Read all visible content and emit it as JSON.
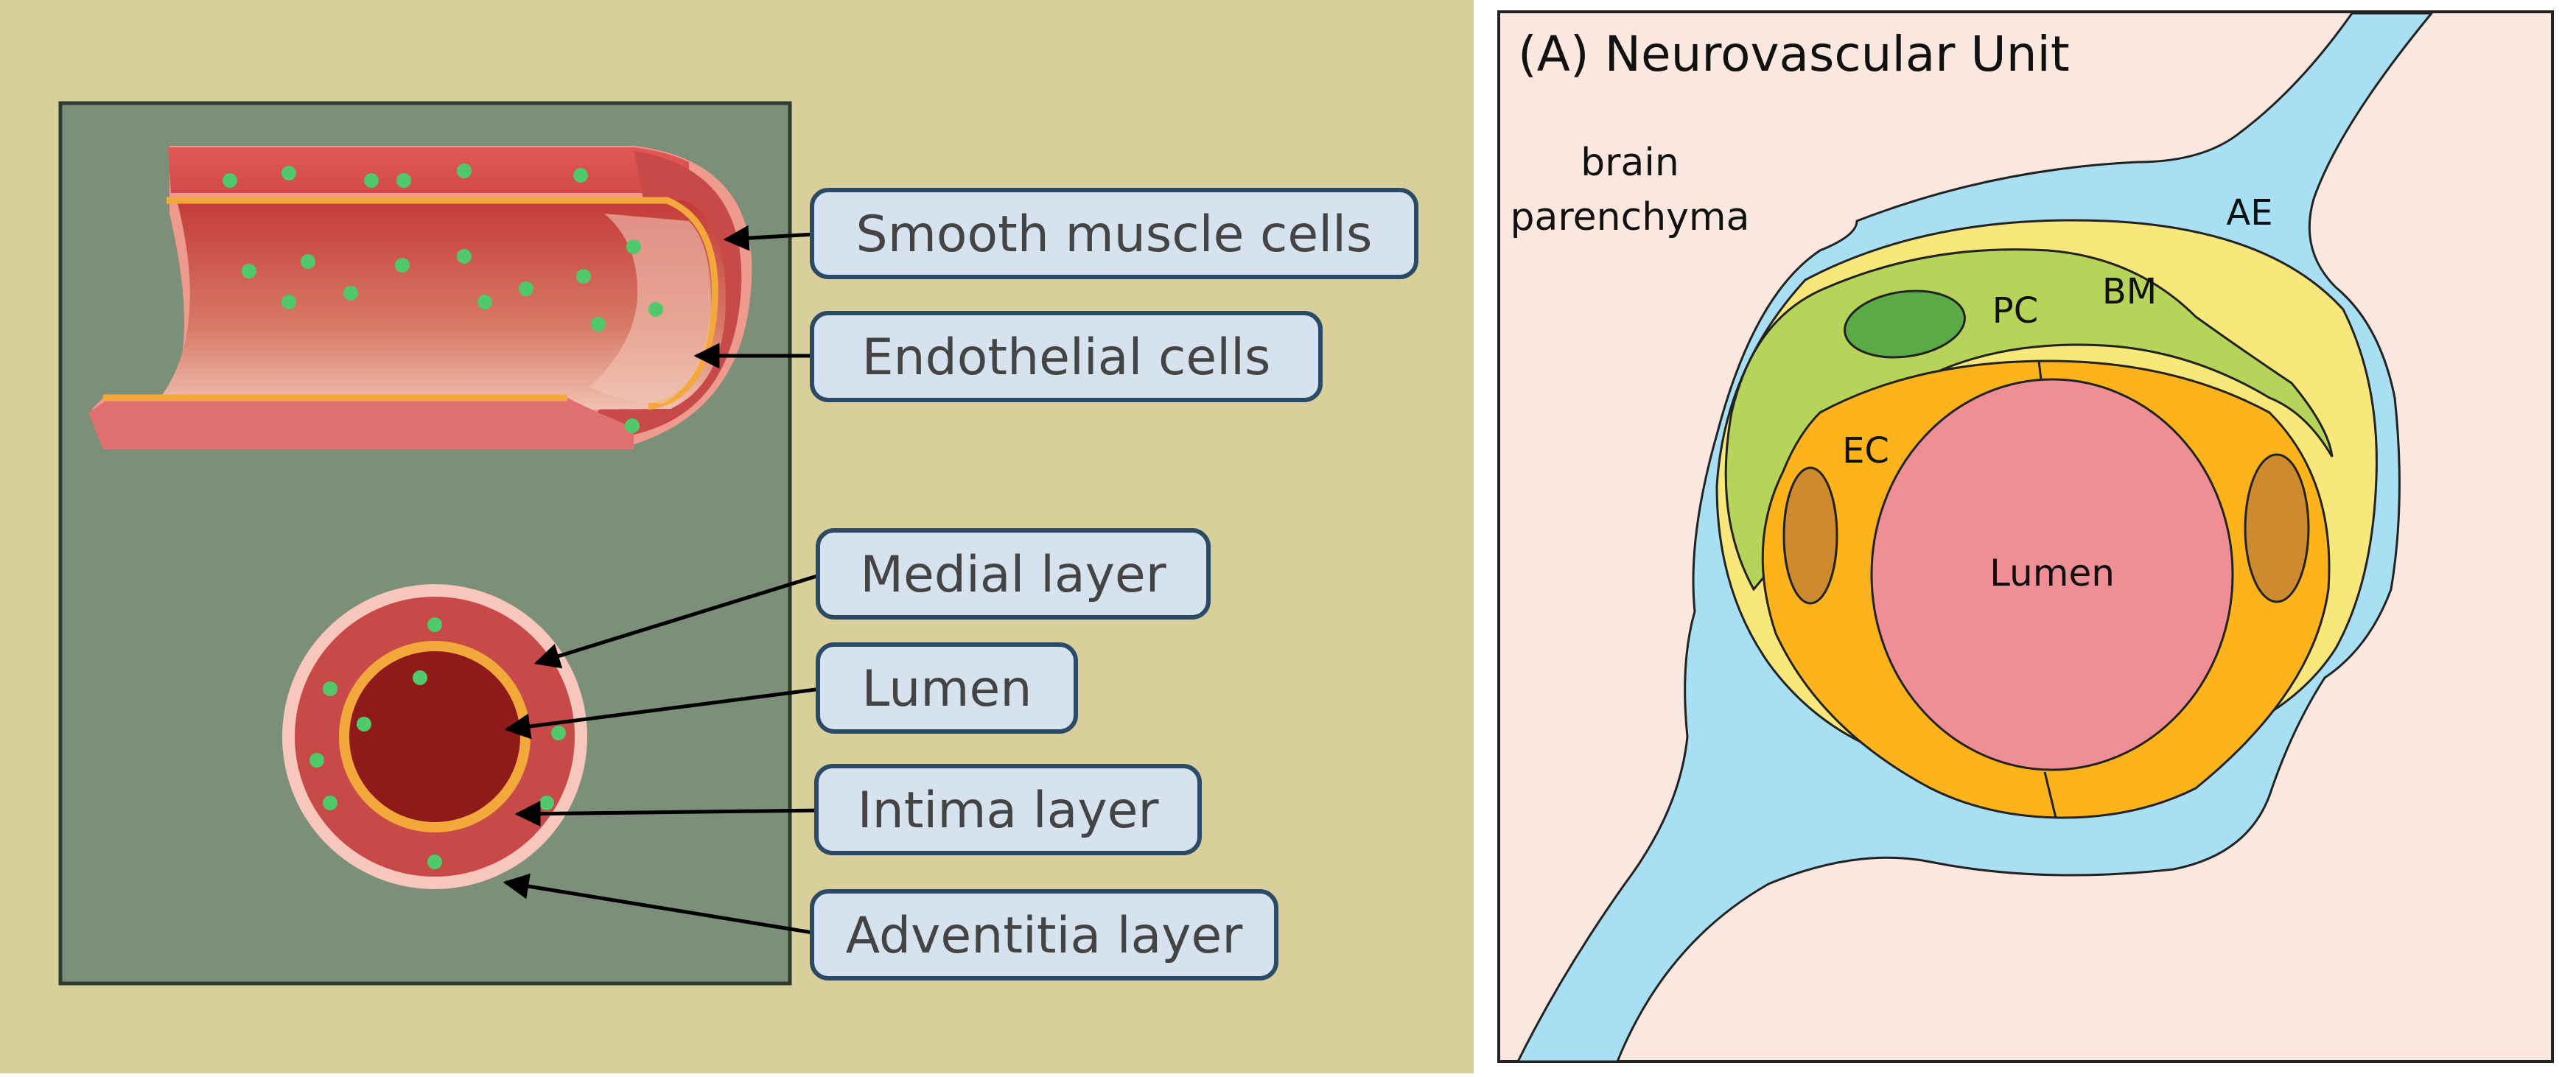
{
  "left_panel": {
    "callouts": {
      "smooth_muscle": "Smooth muscle cells",
      "endothelial": "Endothelial cells",
      "medial": "Medial layer",
      "lumen": "Lumen",
      "intima": "Intima layer",
      "adventitia": "Adventitia layer"
    }
  },
  "right_panel": {
    "title": "(A) Neurovascular Unit",
    "brain_parenchyma_line1": "brain",
    "brain_parenchyma_line2": "parenchyma",
    "ae_label": "AE",
    "pc_label": "PC",
    "bm_label": "BM",
    "ec_label": "EC",
    "lumen_label": "Lumen"
  },
  "colors": {
    "left_background": "#d9cf9b",
    "left_panel_green": "#7b8f79",
    "vessel_red": "#c84a48",
    "lumen_dark": "#8f1a1a",
    "intima_orange": "#f3a83c",
    "dot_green": "#4fc96a",
    "callout_fill": "#d6e2ee",
    "right_background": "#fae7df",
    "astrocyte_blue": "#a9dff3",
    "bm_yellow": "#f8e77a",
    "pericyte_green": "#b7d45a",
    "pericyte_nucleus": "#5aaa46",
    "endothelial_orange": "#fdb41c",
    "ec_nucleus": "#cd8a2f",
    "lumen_pink": "#ef8f95"
  }
}
